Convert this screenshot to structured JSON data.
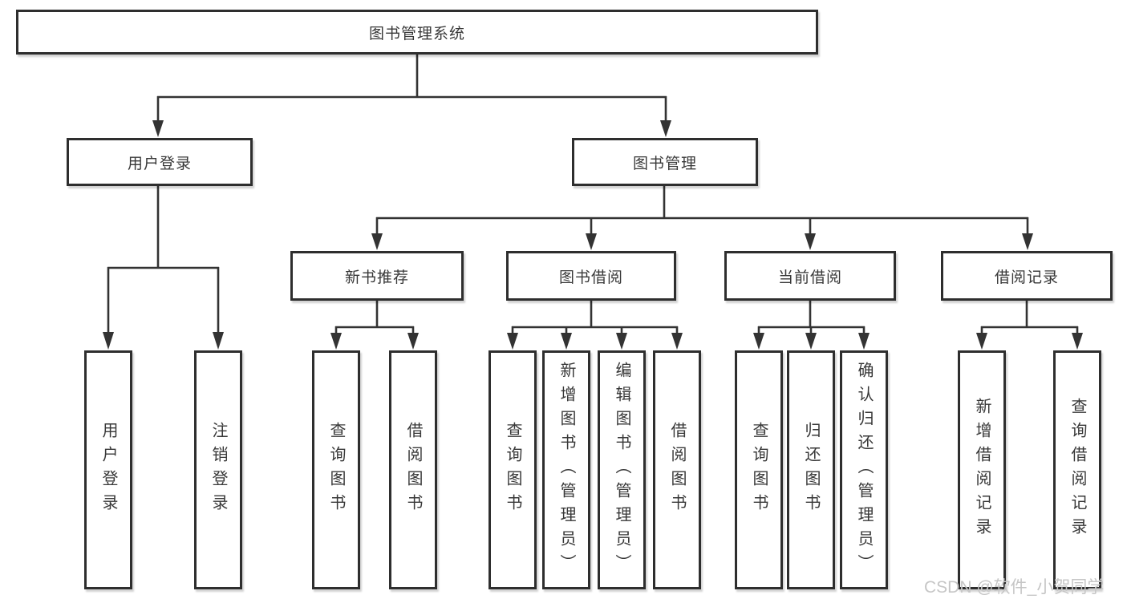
{
  "root": {
    "label": "图书管理系统"
  },
  "level2": {
    "user_login": "用户登录",
    "book_management": "图书管理"
  },
  "level3": {
    "new_book_recommend": "新书推荐",
    "book_borrowing": "图书借阅",
    "current_borrowing": "当前借阅",
    "borrowing_records": "借阅记录"
  },
  "level4": {
    "user_login": "用户登录",
    "logout": "注销登录",
    "recommend_query_books": "查询图书",
    "recommend_borrow_books": "借阅图书",
    "borrowing_query_books": "查询图书",
    "borrowing_add_books_admin": "新增图书（管理员）",
    "borrowing_edit_books_admin": "编辑图书（管理员）",
    "borrowing_borrow_books": "借阅图书",
    "current_query_books": "查询图书",
    "current_return_books": "归还图书",
    "current_confirm_return_admin": "确认归还（管理员）",
    "records_add_record": "新增借阅记录",
    "records_query_record": "查询借阅记录"
  },
  "watermark": "CSDN @软件_小贺同学",
  "colors": {
    "line": "#333333",
    "box_border": "#2e2e2e",
    "text": "#383838",
    "watermark": "#c6c6c6",
    "background": "#ffffff"
  }
}
